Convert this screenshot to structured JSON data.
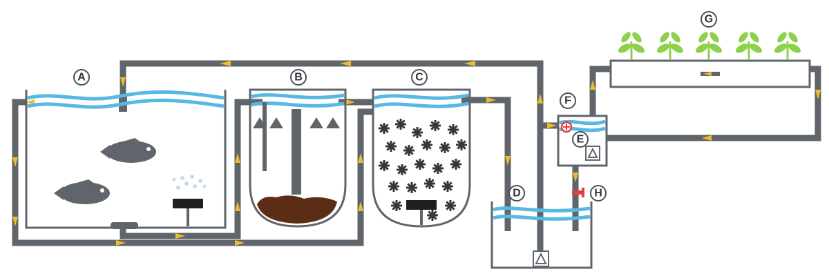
{
  "diagram": {
    "components": [
      {
        "id": "A",
        "label": "A"
      },
      {
        "id": "B",
        "label": "B"
      },
      {
        "id": "C",
        "label": "C"
      },
      {
        "id": "D",
        "label": "D"
      },
      {
        "id": "E",
        "label": "E"
      },
      {
        "id": "F",
        "label": "F"
      },
      {
        "id": "G",
        "label": "G"
      },
      {
        "id": "H",
        "label": "H"
      }
    ],
    "colors": {
      "pipe": "#5f656b",
      "water": "#57b9e3",
      "flow_arrow": "#f0bb2a",
      "plant": "#8ed04b",
      "sludge": "#5c2d16",
      "bubble": "#b9dfeb",
      "valve": "#e0413c"
    },
    "icons": [
      "fish-icon",
      "plant-icon",
      "pump-icon",
      "valve-icon",
      "air-diffuser-icon",
      "filter-media-icon"
    ]
  }
}
